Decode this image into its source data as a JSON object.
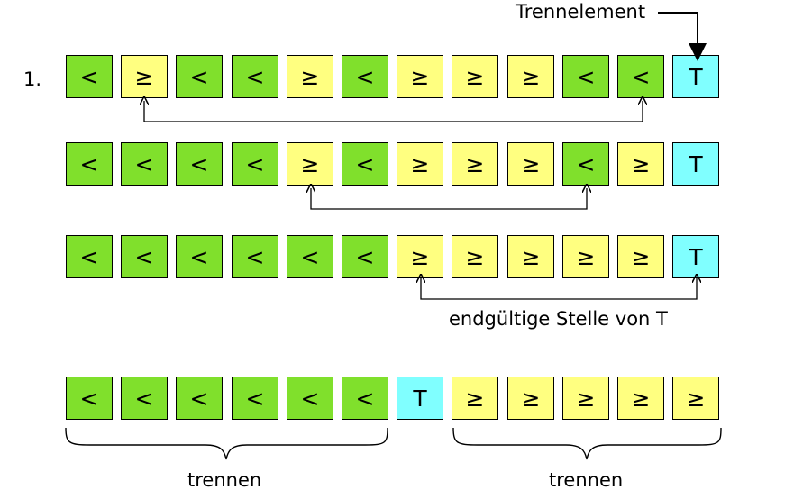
{
  "step_number": "1.",
  "pivot_label": "Trennelement",
  "final_position_label": "endgültige Stelle von T",
  "rows": [
    [
      "<",
      "≥",
      "<",
      "<",
      "≥",
      "<",
      "≥",
      "≥",
      "≥",
      "<",
      "<",
      "T"
    ],
    [
      "<",
      "<",
      "<",
      "<",
      "≥",
      "<",
      "≥",
      "≥",
      "≥",
      "<",
      "≥",
      "T"
    ],
    [
      "<",
      "<",
      "<",
      "<",
      "<",
      "<",
      "≥",
      "≥",
      "≥",
      "≥",
      "≥",
      "T"
    ],
    [
      "<",
      "<",
      "<",
      "<",
      "<",
      "<",
      "T",
      "≥",
      "≥",
      "≥",
      "≥",
      "≥"
    ]
  ],
  "split_labels": [
    "trennen",
    "trennen"
  ],
  "colors": {
    "less": "#80e02c",
    "geq": "#ffff80",
    "pivot": "#80ffff"
  }
}
